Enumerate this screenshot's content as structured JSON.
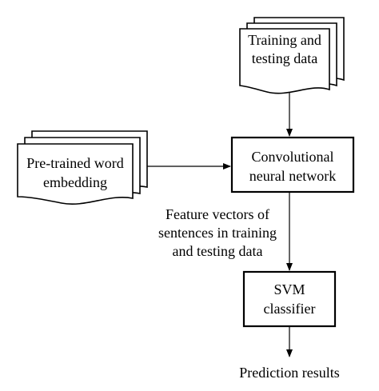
{
  "nodes": {
    "training_data": {
      "lines": [
        "Training and",
        "testing data"
      ]
    },
    "word_embedding": {
      "lines": [
        "Pre-trained word",
        "embedding"
      ]
    },
    "cnn": {
      "lines": [
        "Convolutional",
        "neural network"
      ]
    },
    "svm": {
      "lines": [
        "SVM",
        "classifier"
      ]
    }
  },
  "edges": {
    "cnn_to_svm_label": {
      "lines": [
        "Feature vectors of",
        "sentences in training",
        "and testing data"
      ]
    }
  },
  "output": {
    "label": "Prediction results"
  },
  "colors": {
    "stroke": "#000000",
    "fill": "#ffffff",
    "text": "#000000"
  }
}
